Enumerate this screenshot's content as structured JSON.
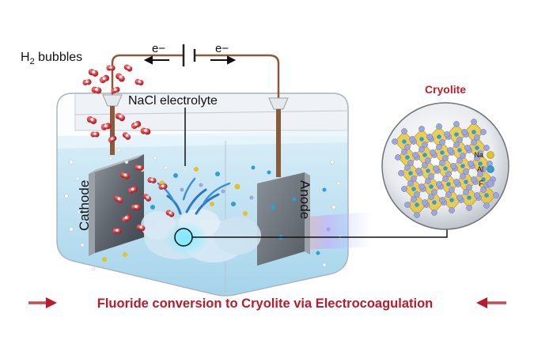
{
  "labels": {
    "h2_prefix": "H",
    "h2_sub": "2",
    "h2_suffix": " bubbles",
    "electron_left": "e−",
    "electron_right": "e−",
    "electrolyte": "NaCl electrolyte",
    "cathode": "Cathode",
    "anode": "Anode"
  },
  "cryolite": {
    "title": "Cryolite",
    "legend": [
      {
        "label": "Na",
        "color": "#e8c021"
      },
      {
        "label": "Al",
        "color": "#2f9fd0"
      },
      {
        "label": "F",
        "color": "#9ea6e0"
      }
    ]
  },
  "banner": {
    "text": "Fluoride conversion to Cryolite via Electrocoagulation",
    "color": "#b81c2c"
  },
  "colors": {
    "wire": "#8a5a3a",
    "hydrogen_bubble": "#d01a22",
    "water": "#9fd4ee"
  }
}
